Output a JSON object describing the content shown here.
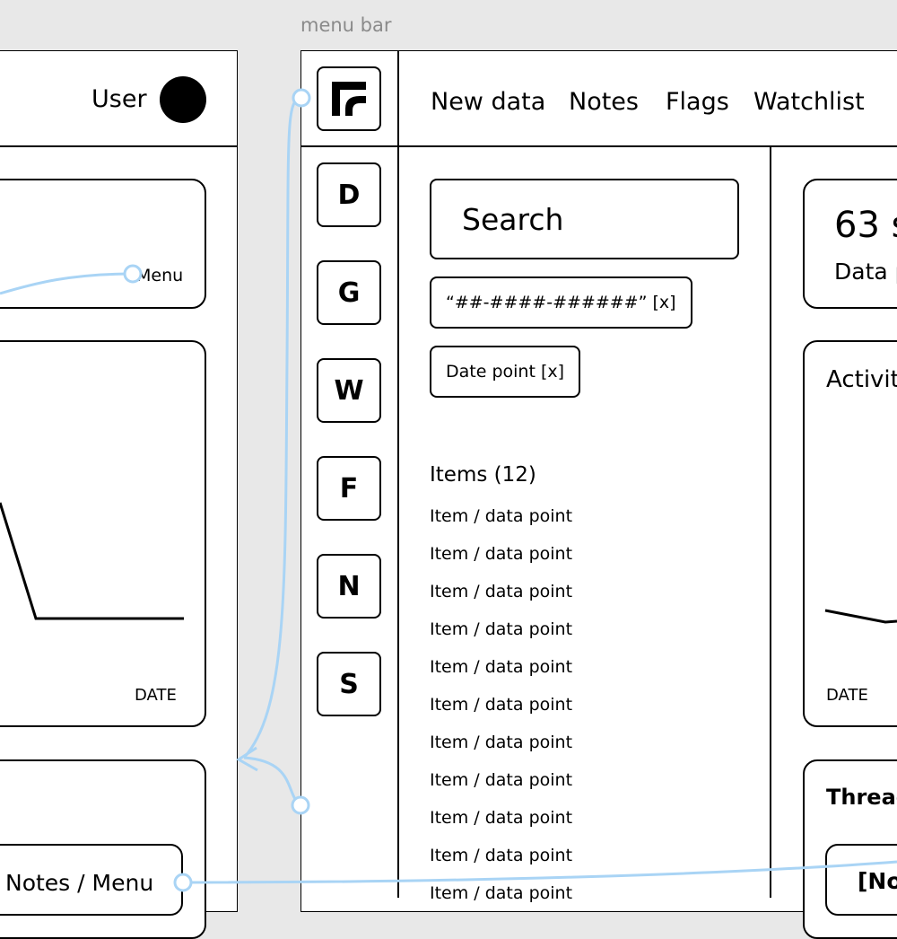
{
  "menubar": {
    "label": "menu bar"
  },
  "left_panel": {
    "user_label": "User",
    "menu_card_text": "Menu",
    "chart_xlabel": "DATE",
    "notes_menu_label": "Notes / Menu"
  },
  "sidebar": {
    "logo_icon": "logo-icon",
    "buttons": [
      {
        "letter": "D"
      },
      {
        "letter": "G"
      },
      {
        "letter": "W"
      },
      {
        "letter": "F"
      },
      {
        "letter": "N"
      },
      {
        "letter": "S"
      }
    ]
  },
  "topnav": {
    "items": [
      {
        "label": "New data"
      },
      {
        "label": "Notes"
      },
      {
        "label": "Flags"
      },
      {
        "label": "Watchlist"
      }
    ]
  },
  "search": {
    "placeholder": "Search",
    "filters": [
      {
        "label": "“##-####-######” [x]"
      },
      {
        "label": "Date point [x]"
      }
    ]
  },
  "items_list": {
    "header": "Items (12)",
    "items": [
      "Item / data point",
      "Item / data point",
      "Item / data point",
      "Item / data point",
      "Item / data point",
      "Item / data point",
      "Item / data point",
      "Item / data point",
      "Item / data point",
      "Item / data point",
      "Item / data point"
    ]
  },
  "right_panel": {
    "stat_value": "63 s",
    "stat_label": "Data p",
    "activity_title": "Activit",
    "chart_xlabel": "DATE",
    "threads_title": "Thread",
    "notes_button": "[No"
  },
  "colors": {
    "accent_line": "#a9d4f5",
    "background": "#e8e8e8"
  }
}
